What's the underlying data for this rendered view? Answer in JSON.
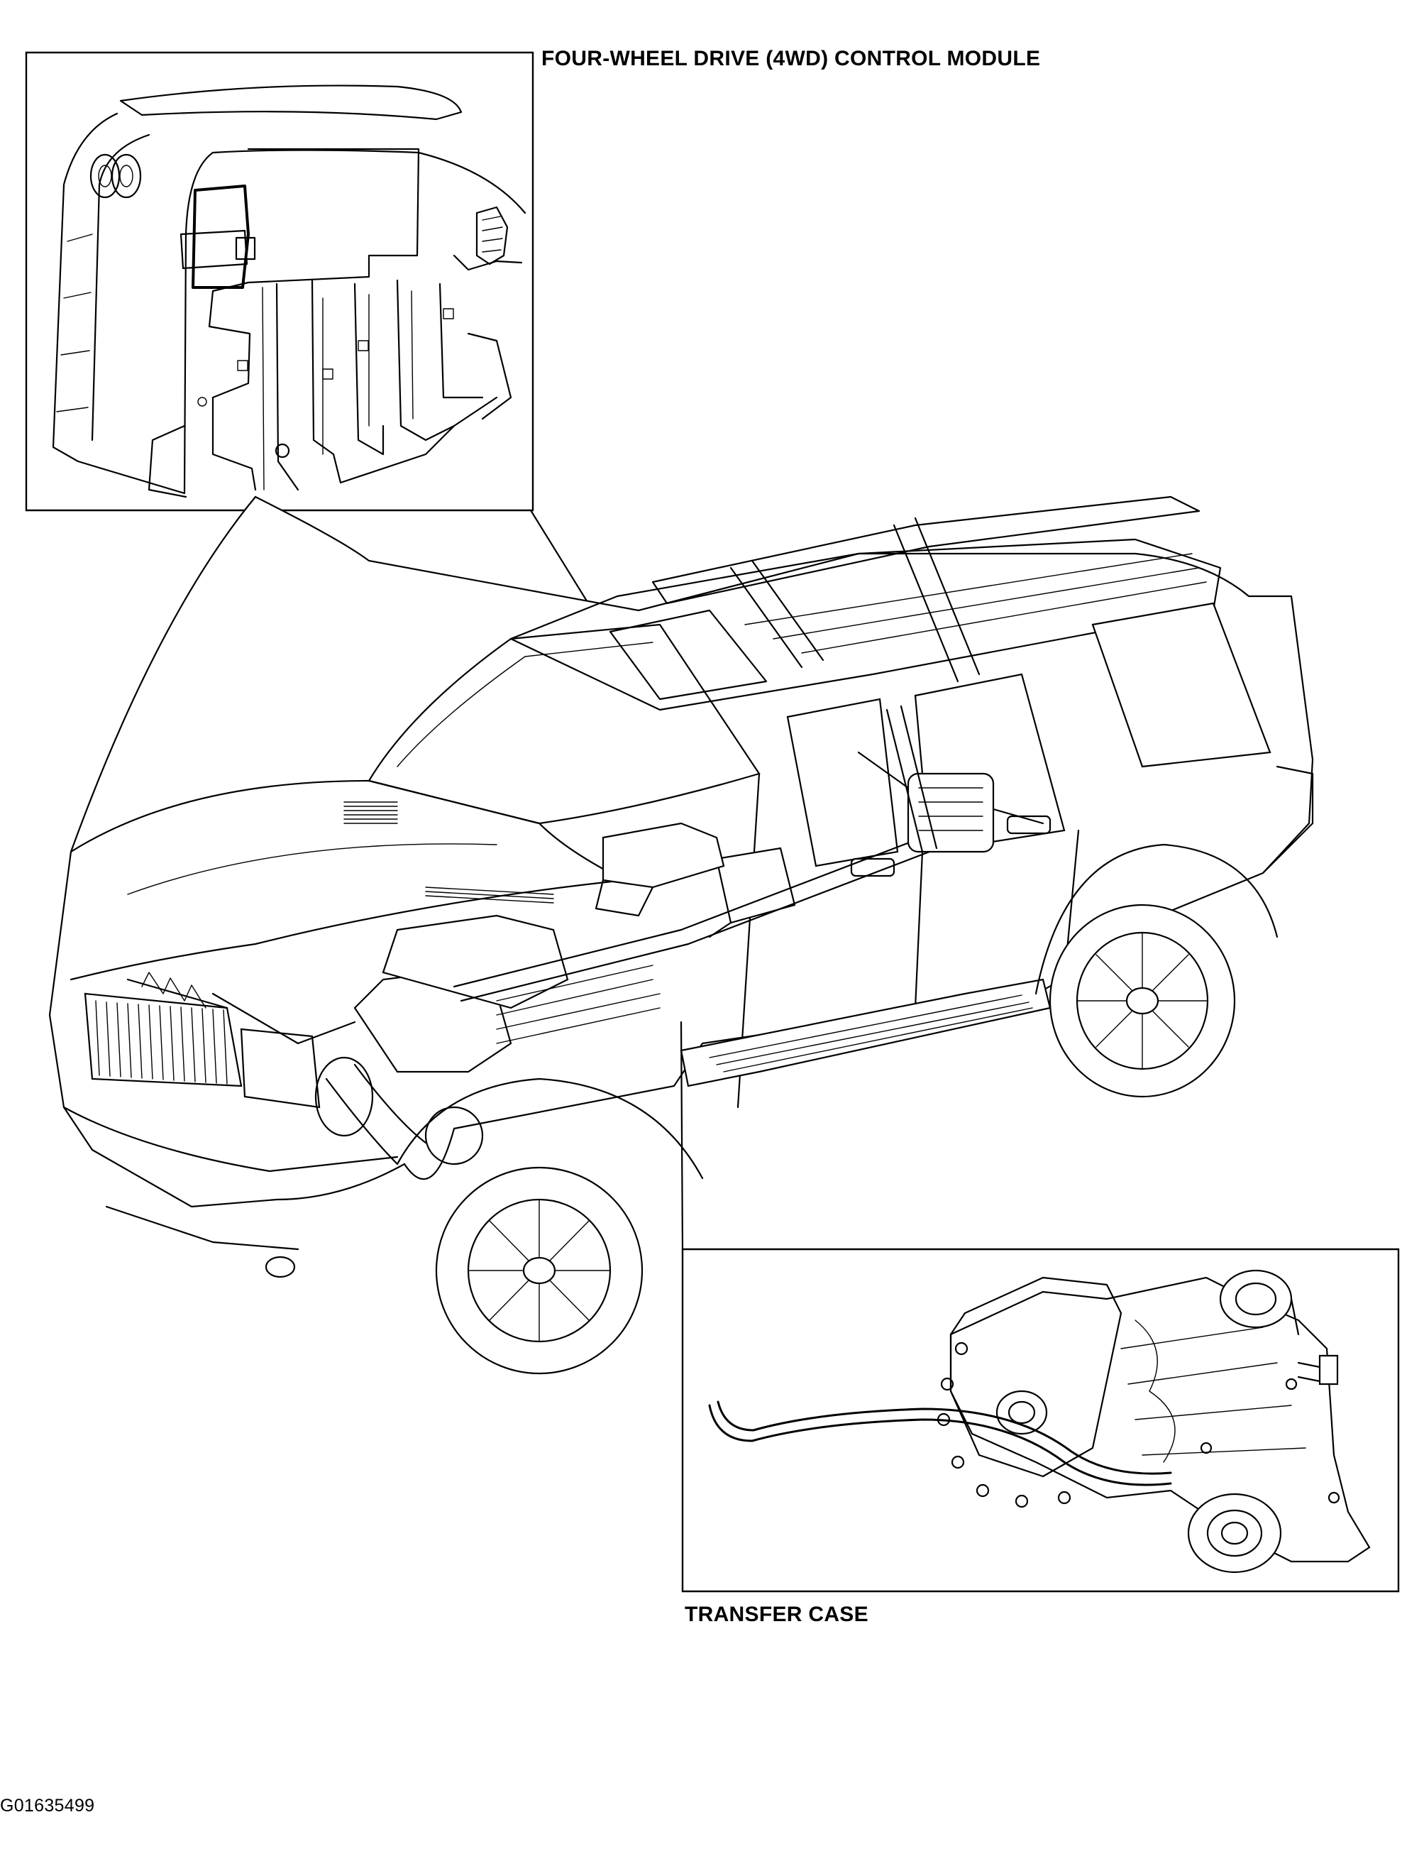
{
  "labels": {
    "control_module": "FOUR-WHEEL DRIVE (4WD) CONTROL MODULE",
    "transfer_case": "TRANSFER CASE",
    "figure_id": "G01635499"
  },
  "colors": {
    "line": "#000000",
    "background": "#ffffff"
  }
}
